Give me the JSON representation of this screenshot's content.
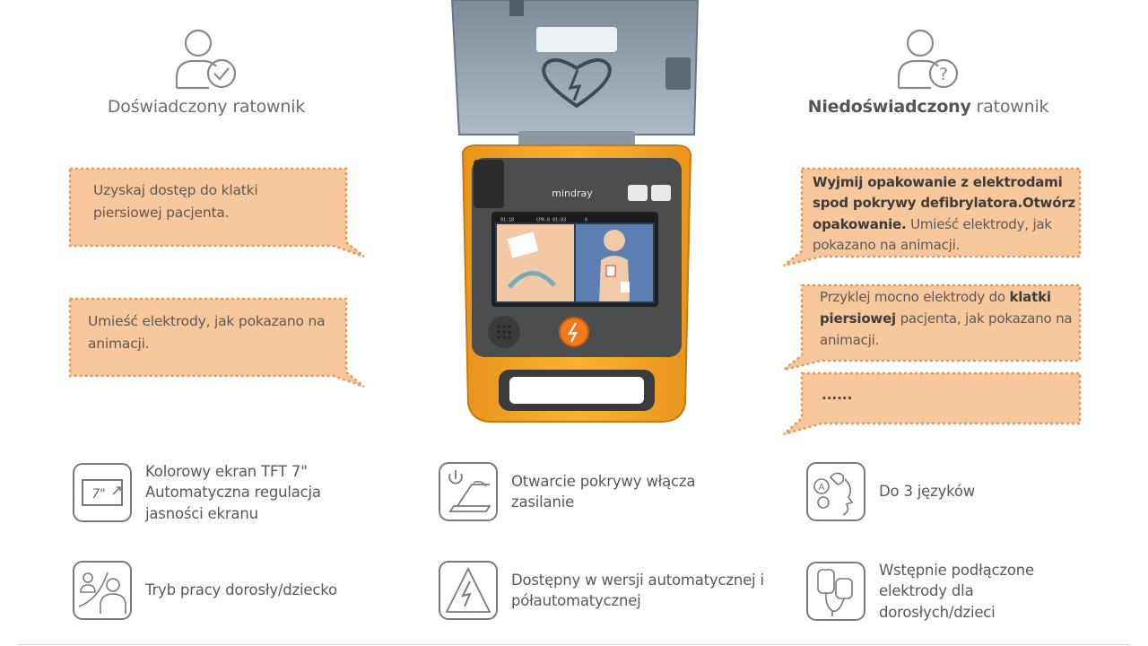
{
  "colors": {
    "bubble_fill": "#f8c79b",
    "bubble_border": "#e59a55",
    "icon_stroke": "#7a7a7a",
    "device_orange": "#f5a623"
  },
  "experienced": {
    "title": "Doświadczony ratownik",
    "icon": "user-check-icon",
    "bubbles": [
      {
        "text": "Uzyskaj dostęp do klatki piersiowej pacjenta."
      },
      {
        "text": "Umieść elektrody, jak pokazano na animacji."
      }
    ]
  },
  "inexperienced": {
    "title_bold": "Niedoświadczony",
    "title_rest": " ratownik",
    "icon": "user-question-icon",
    "bubble1": {
      "bold": "Wyjmij opakowanie z elektrodami spod pokrywy defibrylatora.Otwórz opakowanie.",
      "rest": " Umieść elektrody, jak pokazano na animacji."
    },
    "bubble2": {
      "pre": "Przyklej mocno elektrody do ",
      "bold": "klatki piersiowej",
      "post": " pacjenta, jak pokazano na animacji."
    },
    "bubble3": {
      "text": "......"
    }
  },
  "device": {
    "brand": "mindray",
    "screen_status_left": "01:18",
    "screen_status_mid": "CPR-0 01:03",
    "screen_status_count": "0"
  },
  "features": [
    {
      "icon": "screen-7in-icon",
      "badge": "7\"",
      "text": "Kolorowy ekran TFT 7\" Automatyczna regulacja jasności ekranu"
    },
    {
      "icon": "lid-power-icon",
      "text": "Otwarcie pokrywy włącza zasilanie"
    },
    {
      "icon": "languages-icon",
      "text": "Do 3 języków"
    },
    {
      "icon": "adult-child-icon",
      "text": "Tryb pracy dorosły/dziecko"
    },
    {
      "icon": "shock-mode-icon",
      "text": "Dostępny w wersji automatycznej i półautomatycznej"
    },
    {
      "icon": "electrodes-icon",
      "text": "Wstępnie podłączone elektrody dla dorosłych/dzieci"
    }
  ]
}
